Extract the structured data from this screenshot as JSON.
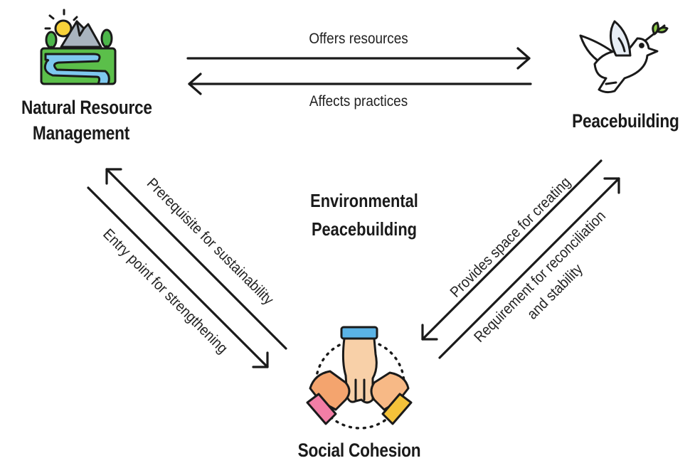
{
  "nodes": {
    "nrm": {
      "line1": "Natural Resource",
      "line2": "Management",
      "icon": "landscape-river-icon"
    },
    "peace": {
      "label": "Peacebuilding",
      "icon": "dove-icon"
    },
    "social": {
      "label": "Social Cohesion",
      "icon": "stacked-hands-icon"
    }
  },
  "center": {
    "line1": "Environmental",
    "line2": "Peacebuilding"
  },
  "edges": {
    "nrm_to_peace": "Offers resources",
    "peace_to_nrm": "Affects practices",
    "social_to_nrm": "Prerequisite for sustainability",
    "nrm_to_social": "Entry point for strengthening",
    "peace_to_social": "Provides space for creating",
    "social_to_peace_line1": "Requirement for reconciliation",
    "social_to_peace_line2": "and stability"
  }
}
